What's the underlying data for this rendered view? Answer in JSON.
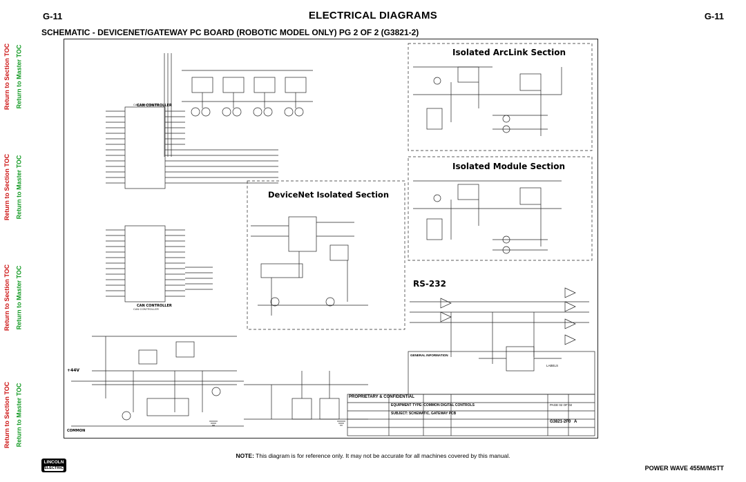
{
  "header": {
    "code_left": "G-11",
    "title": "ELECTRICAL DIAGRAMS",
    "code_right": "G-11",
    "subtitle": "SCHEMATIC - DEVICENET/GATEWAY PC BOARD (ROBOTIC MODEL ONLY) PG 2 OF 2 (G3821-2)"
  },
  "sidebar": {
    "section_label": "Return to Section TOC",
    "master_label": "Return to Master TOC",
    "count": 4
  },
  "schematic": {
    "sections": {
      "arclink": "Isolated ArcLink Section",
      "module": "Isolated Module Section",
      "devicenet": "DeviceNet Isolated Section",
      "rs232": "RS-232"
    },
    "controllers": {
      "can_top": "CAN CONTROLLER",
      "can_bottom": "CAN CONTROLLER"
    },
    "rails": {
      "plus44v": "+44V",
      "common": "COMMON"
    },
    "title_block": {
      "general_info": "GENERAL INFORMATION",
      "proprietary": "PROPRIETARY & CONFIDENTIAL",
      "equipment_type": "EQUIPMENT TYPE: COMMON DIGITAL CONTROLS",
      "subject": "SUBJECT: SCHEMATIC, GATEWAY PCB",
      "page": "PAGE 02 OF 02",
      "drawing_no": "G3821-2F0",
      "revision": "A",
      "labels": "LABELS"
    }
  },
  "footer": {
    "note_prefix": "NOTE:",
    "note_text": " This diagram is for reference only. It may not be accurate for all machines covered by this manual.",
    "logo_top": "LINCOLN",
    "logo_bottom": "ELECTRIC",
    "product": "POWER WAVE 455M/MSTT"
  }
}
